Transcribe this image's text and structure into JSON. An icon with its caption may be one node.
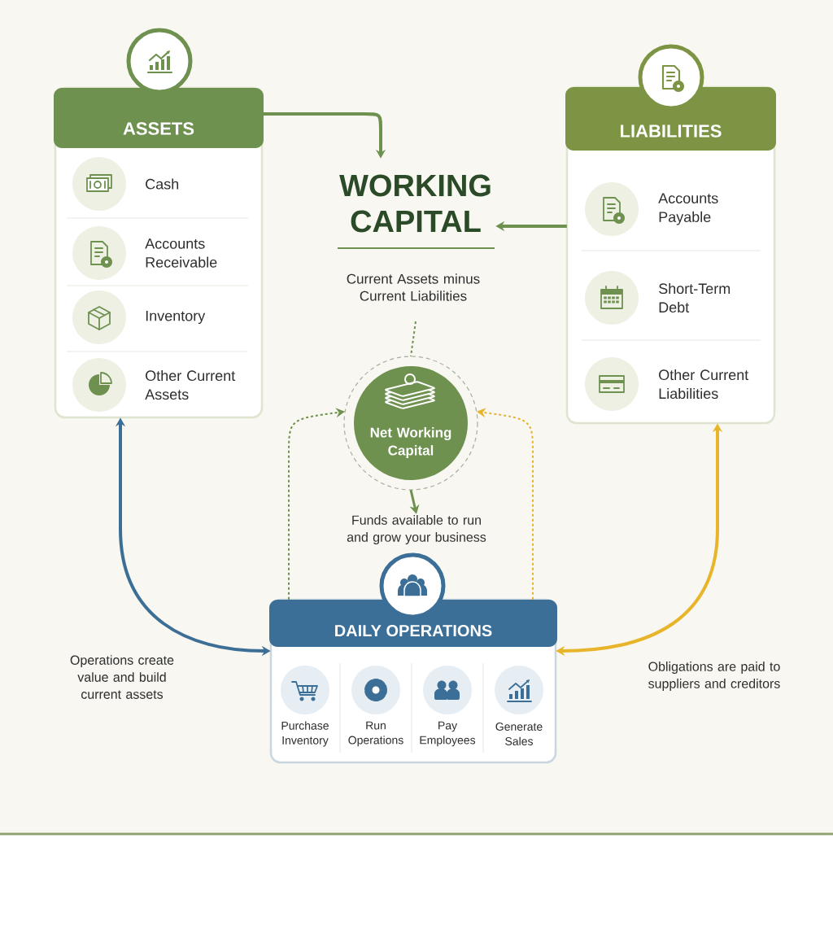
{
  "diagram": {
    "nodes": [
      {
        "text": [
          "ASSETS"
        ]
      },
      {
        "text": [
          "Cash"
        ],
        "in": 0
      },
      {
        "text": [
          "Accounts Receivable"
        ],
        "in": 0
      },
      {
        "text": [
          "Inventory"
        ],
        "in": 0
      },
      {
        "text": [
          "Other Current Assets"
        ],
        "in": 0
      },
      {
        "text": [
          "WORKING CAPITAL",
          "Current Assets minus Current Liabilities"
        ]
      },
      {
        "text": [
          "LIABILITIES"
        ]
      },
      {
        "text": [
          "Accounts Payable"
        ],
        "in": 6
      },
      {
        "text": [
          "Short-Term Debt"
        ],
        "in": 6
      },
      {
        "text": [
          "Other Current Liabilities"
        ],
        "in": 6
      },
      {
        "text": [
          "Net Working Capital"
        ]
      },
      {
        "text": [
          "Funds available to run and grow your business"
        ]
      },
      {
        "text": [
          "DAILY OPERATIONS"
        ]
      },
      {
        "text": [
          "Purchase Inventory"
        ],
        "in": 12
      },
      {
        "text": [
          "Run Operations"
        ],
        "in": 12
      },
      {
        "text": [
          "Pay Employees"
        ],
        "in": 12
      },
      {
        "text": [
          "Generate Sales"
        ],
        "in": 12
      }
    ],
    "edges": [
      {
        "from": 0,
        "to": 5,
        "arrow": "to"
      },
      {
        "from": 6,
        "to": 5,
        "arrow": "to"
      },
      {
        "from": 5,
        "to": 10,
        "arrow": "none",
        "style": "dashed"
      },
      {
        "from": 10,
        "to": 11,
        "arrow": "to"
      },
      {
        "from": 12,
        "to": 10,
        "arrow": "to",
        "style": "dashed"
      },
      {
        "from": 12,
        "to": 10,
        "arrow": "to",
        "style": "dashed",
        "color": "#e8b52a"
      },
      {
        "from": 12,
        "to": 0,
        "arrow": "both",
        "color": "#3d6f96"
      },
      {
        "from": 12,
        "to": 6,
        "arrow": "both",
        "color": "#e8b52a"
      }
    ],
    "labels": [
      "Operations create value and build current assets",
      "Obligations are paid to suppliers and creditors"
    ]
  }
}
